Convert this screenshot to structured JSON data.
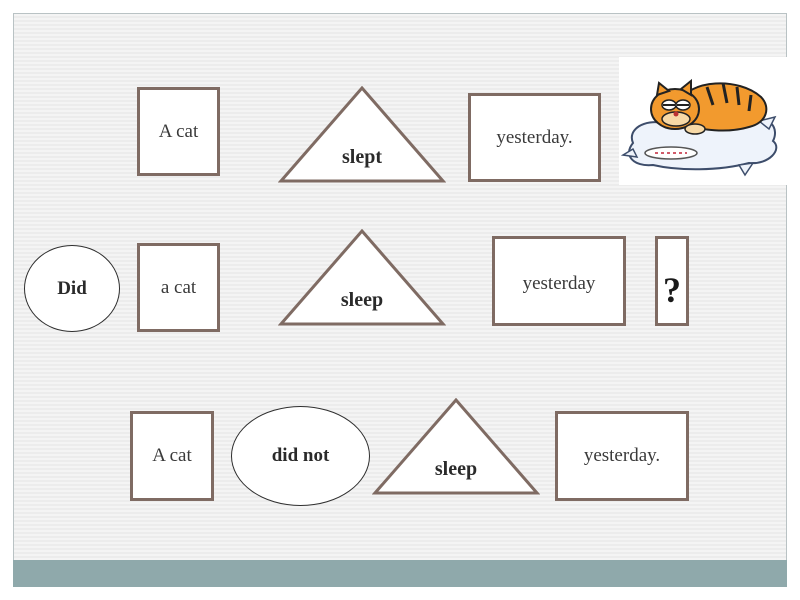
{
  "rows": {
    "row1": {
      "subject": "A cat",
      "verb": "slept",
      "time": "yesterday."
    },
    "row2": {
      "auxiliary": "Did",
      "subject": "a cat",
      "verb": "sleep",
      "time": "yesterday",
      "punctuation": "?"
    },
    "row3": {
      "subject": "A cat",
      "auxiliary": "did not",
      "verb": "sleep",
      "time": "yesterday."
    }
  },
  "colors": {
    "box_border": "#7f6b63",
    "bottom_bar": "#8fa9ab"
  },
  "illustration": "sleeping-cat-on-pillow"
}
